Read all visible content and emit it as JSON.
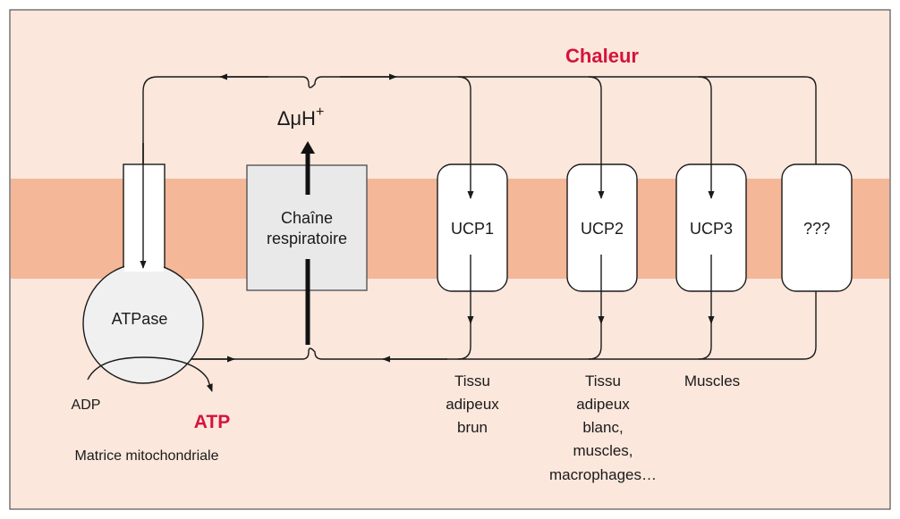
{
  "title": "Chaleur",
  "gradient_label": "ΔμH",
  "gradient_sup": "+",
  "respiratory_chain": {
    "line1": "Chaîne",
    "line2": "respiratoire"
  },
  "atpase": "ATPase",
  "adp": "ADP",
  "atp": "ATP",
  "matrix": "Matrice mitochondriale",
  "proteins": [
    {
      "name": "UCP1",
      "tissue": [
        "Tissu",
        "adipeux",
        "brun"
      ]
    },
    {
      "name": "UCP2",
      "tissue": [
        "Tissu",
        "adipeux",
        "blanc,",
        "muscles,",
        "macrophages…"
      ]
    },
    {
      "name": "UCP3",
      "tissue": [
        "Muscles"
      ]
    },
    {
      "name": "???",
      "tissue": []
    }
  ],
  "colors": {
    "background": "#fbe7dc",
    "membrane": "#f4b798",
    "chain_fill": "#e9e9e9",
    "accent": "#d4143c",
    "line": "#1a1a1a"
  }
}
